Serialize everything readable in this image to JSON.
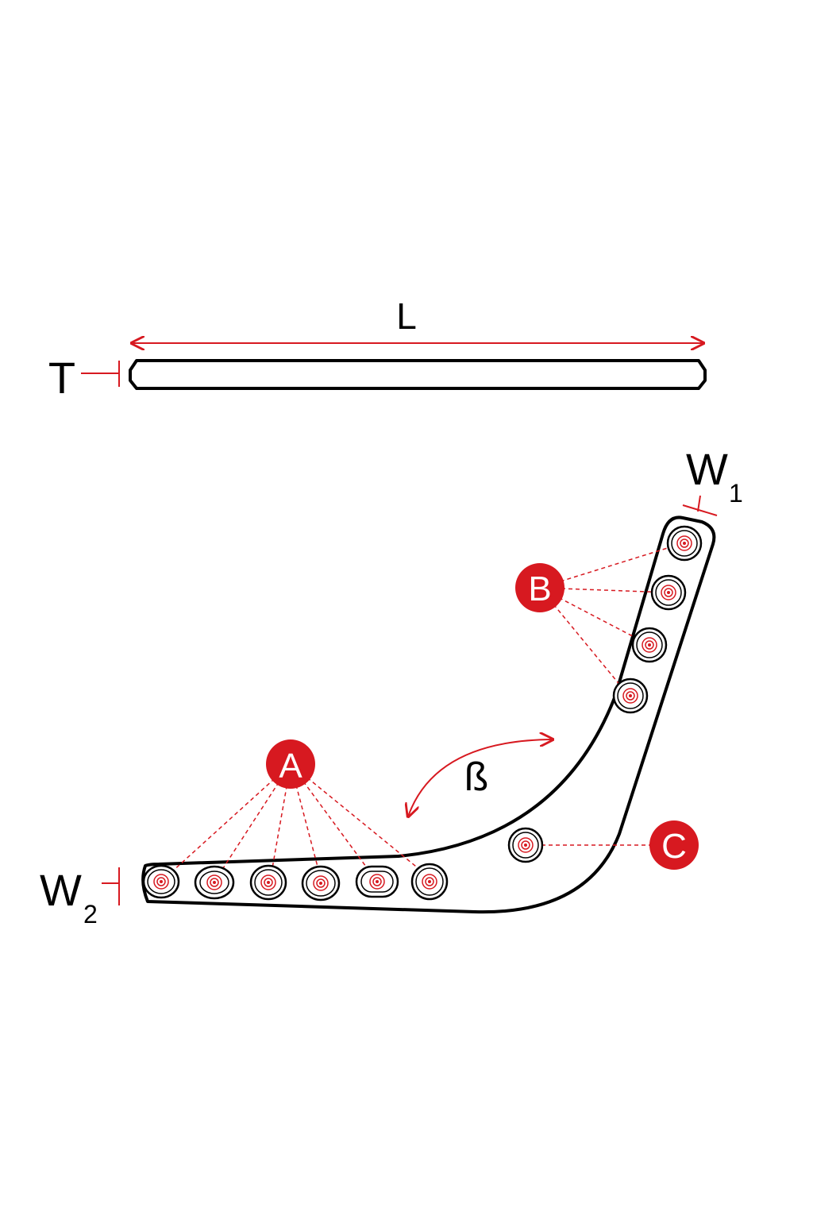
{
  "colors": {
    "accent": "#d71920",
    "outline": "#000000",
    "background": "#ffffff",
    "marker_text": "#ffffff"
  },
  "dimensions": {
    "length": "L",
    "thickness": "T",
    "width_1_main": "W",
    "width_1_sub": "1",
    "width_2_main": "W",
    "width_2_sub": "2",
    "angle": "ß"
  },
  "markers": {
    "a": "A",
    "b": "B",
    "c": "C"
  }
}
